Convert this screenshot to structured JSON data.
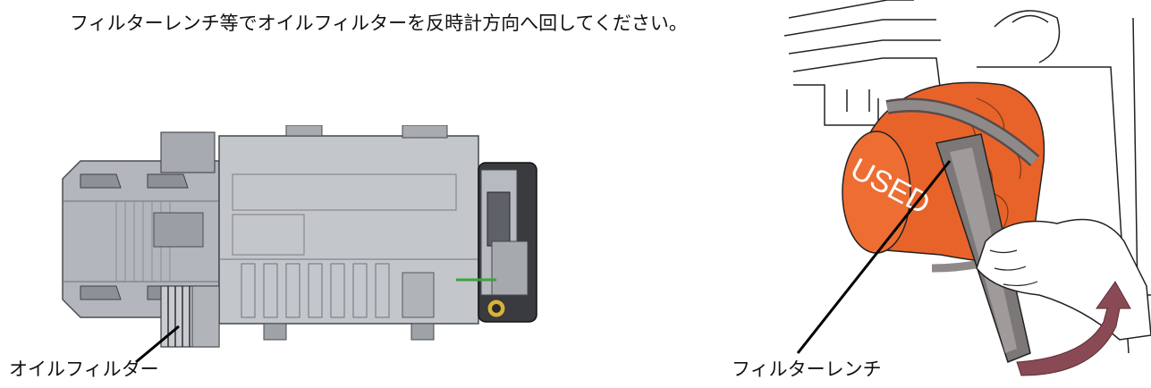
{
  "instruction": "フィルターレンチ等でオイルフィルターを反時計方向へ回してください。",
  "labels": {
    "oil_filter": "オイルフィルター",
    "filter_wrench": "フィルターレンチ"
  },
  "filter_stamp": "USED",
  "colors": {
    "filter_orange": "#e8632a",
    "rotation_arrow": "#8a4a55",
    "pump_gray": "#b9bcc2",
    "indicator_green": "#3aa63a"
  }
}
